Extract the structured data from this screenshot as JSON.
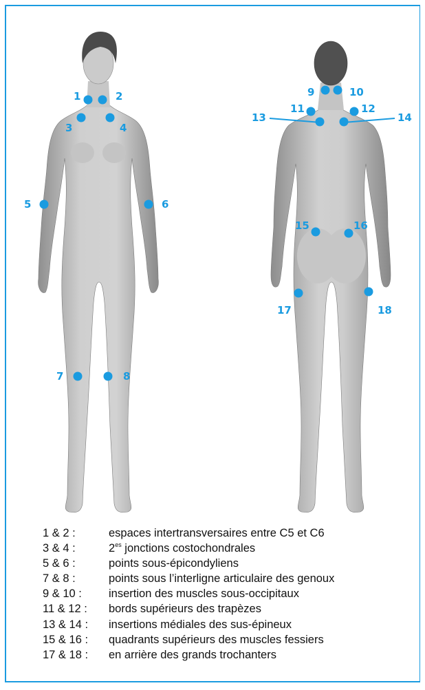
{
  "colors": {
    "accent": "#1a9be0",
    "text": "#111111",
    "body": "#bdbdbd",
    "hair": "#4a4a4a"
  },
  "points": [
    {
      "n": "1",
      "side": "front",
      "region": "neck-left"
    },
    {
      "n": "2",
      "side": "front",
      "region": "neck-right"
    },
    {
      "n": "3",
      "side": "front",
      "region": "chest-left"
    },
    {
      "n": "4",
      "side": "front",
      "region": "chest-right"
    },
    {
      "n": "5",
      "side": "front",
      "region": "elbow-left"
    },
    {
      "n": "6",
      "side": "front",
      "region": "elbow-right"
    },
    {
      "n": "7",
      "side": "front",
      "region": "knee-left"
    },
    {
      "n": "8",
      "side": "front",
      "region": "knee-right"
    },
    {
      "n": "9",
      "side": "back",
      "region": "occiput-left"
    },
    {
      "n": "10",
      "side": "back",
      "region": "occiput-right"
    },
    {
      "n": "11",
      "side": "back",
      "region": "trapezius-left"
    },
    {
      "n": "12",
      "side": "back",
      "region": "trapezius-right"
    },
    {
      "n": "13",
      "side": "back",
      "region": "supraspinatus-left"
    },
    {
      "n": "14",
      "side": "back",
      "region": "supraspinatus-right"
    },
    {
      "n": "15",
      "side": "back",
      "region": "gluteal-left"
    },
    {
      "n": "16",
      "side": "back",
      "region": "gluteal-right"
    },
    {
      "n": "17",
      "side": "back",
      "region": "trochanter-left"
    },
    {
      "n": "18",
      "side": "back",
      "region": "trochanter-right"
    }
  ],
  "legend": [
    {
      "num": "1 & 2 :",
      "desc": "espaces intertransversaires entre C5 et C6"
    },
    {
      "num": "3 & 4 :",
      "desc_pre": "2",
      "desc_sup": "es",
      "desc": " jonctions costochondrales"
    },
    {
      "num": "5 & 6 :",
      "desc": "points sous-épicondyliens"
    },
    {
      "num": "7 & 8 :",
      "desc": "points sous l’interligne articulaire des genoux"
    },
    {
      "num": "9 & 10 :",
      "desc": "insertion des muscles sous-occipitaux"
    },
    {
      "num": "11 & 12 :",
      "desc": "bords supérieurs des trapèzes"
    },
    {
      "num": "13 & 14 :",
      "desc": "insertions médiales des sus-épineux"
    },
    {
      "num": "15 & 16 :",
      "desc": "quadrants supérieurs des muscles fessiers"
    },
    {
      "num": "17 & 18 :",
      "desc": "en arrière des grands trochanters"
    }
  ]
}
